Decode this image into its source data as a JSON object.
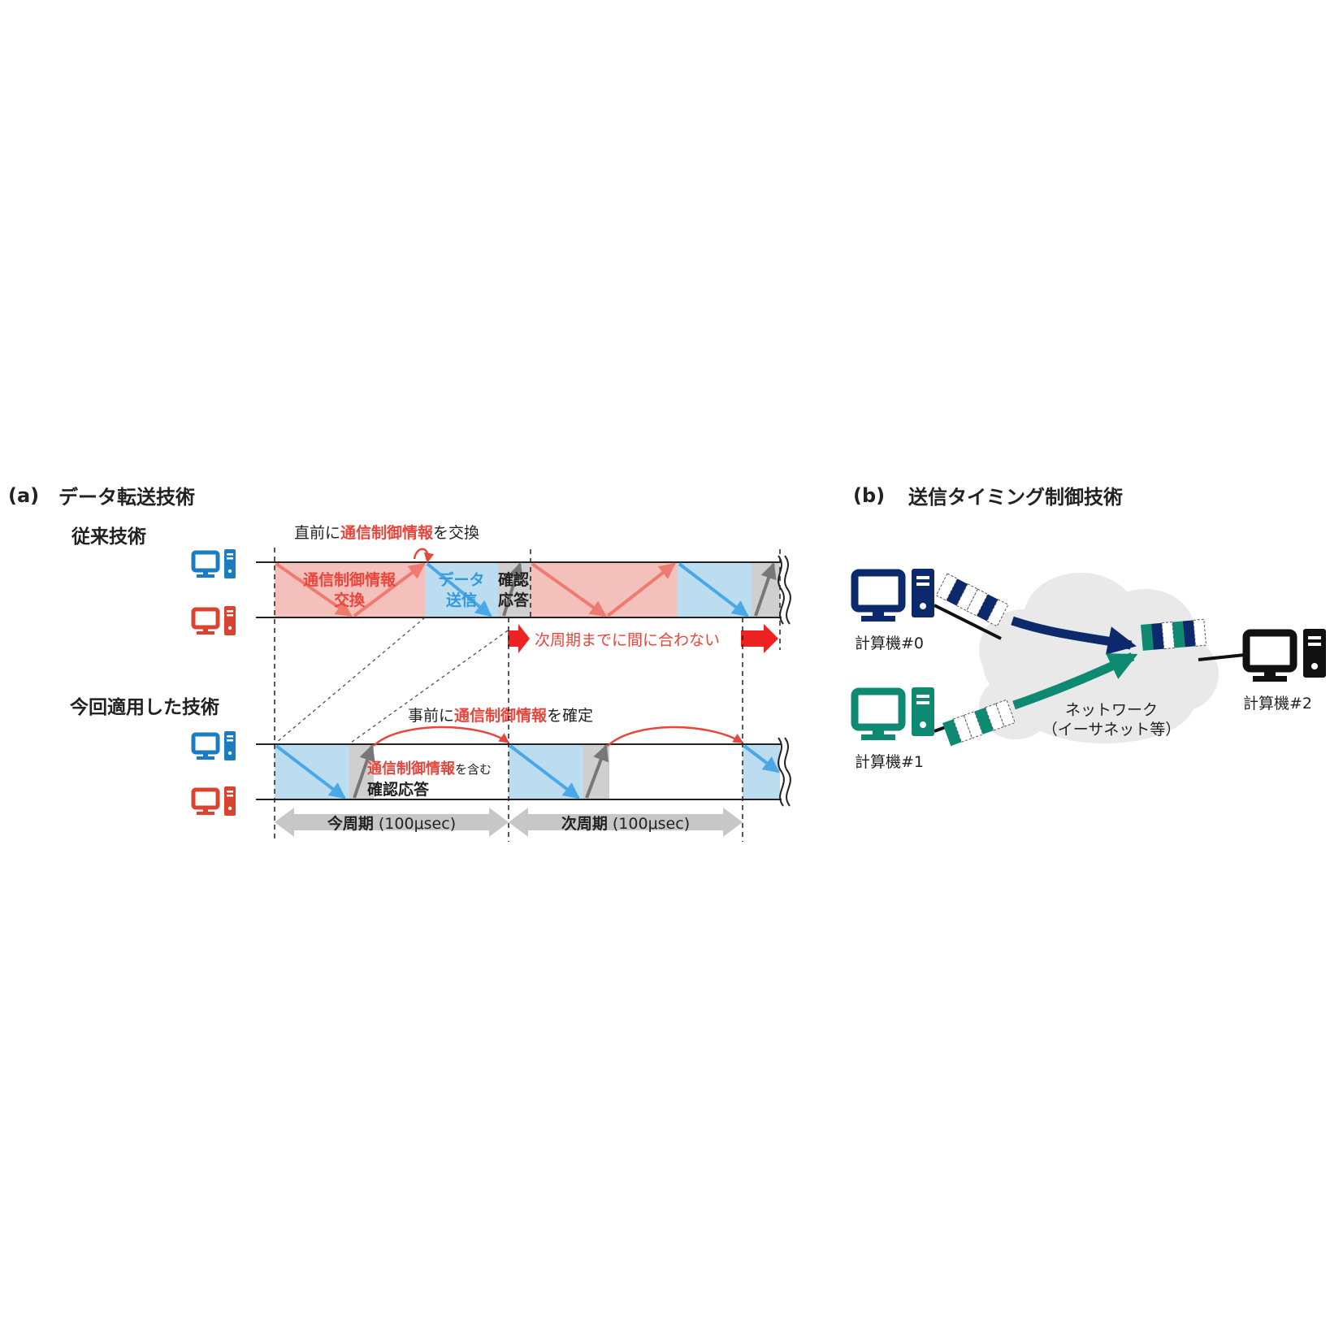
{
  "panel_a": {
    "tag": "(a)",
    "title": "データ転送技術",
    "conventional": {
      "heading": "従来技術",
      "note_prefix": "直前に",
      "note_highlight": "通信制御情報",
      "note_suffix": "を交換",
      "phase_exchange_line1": "通信制御情報",
      "phase_exchange_line2": "交換",
      "phase_data_line1": "データ",
      "phase_data_line2": "送信",
      "phase_ack_line1": "確認",
      "phase_ack_line2": "応答",
      "miss_note": "次周期までに間に合わない"
    },
    "applied": {
      "heading": "今回適用した技術",
      "note_prefix": "事前に",
      "note_highlight": "通信制御情報",
      "note_suffix": "を確定",
      "ack_highlight": "通信制御情報",
      "ack_suffix": "を含む",
      "ack_line2": "確認応答",
      "period_current_bold": "今周期",
      "period_current_rest": "(100μsec)",
      "period_next_bold": "次周期",
      "period_next_rest": "(100μsec)"
    }
  },
  "panel_b": {
    "tag": "(b)",
    "title": "送信タイミング制御技術",
    "computer0": "計算機#0",
    "computer1": "計算機#1",
    "computer2": "計算機#2",
    "network_line1": "ネットワーク",
    "network_line2": "（イーサネット等）"
  },
  "colors": {
    "blue_pc": "#1a7cc1",
    "red_pc": "#d9432f",
    "red_fill": "#f4c0bb",
    "blue_fill": "#bcdcf0",
    "red_arrow": "#e8453c",
    "blue_arrow": "#4aa8e6",
    "navy": "#0c2a6b",
    "teal": "#0e8a73",
    "cloud": "#e9e9e9"
  }
}
